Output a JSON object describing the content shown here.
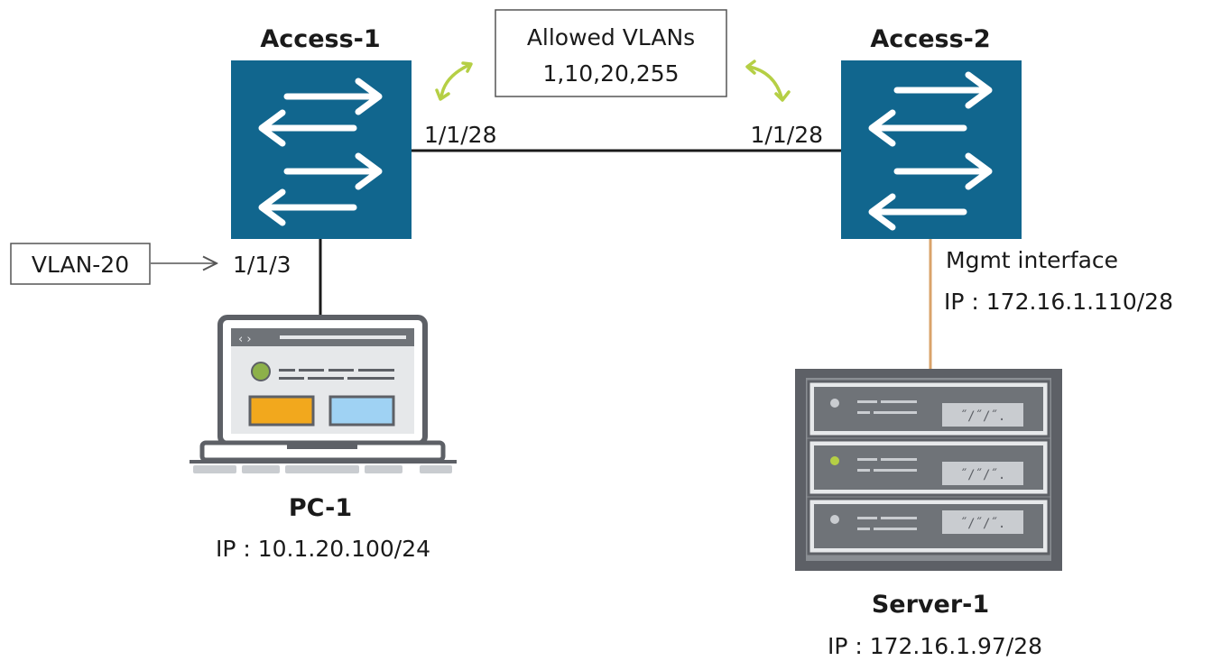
{
  "devices": {
    "access1": {
      "name": "Access-1"
    },
    "access2": {
      "name": "Access-2"
    },
    "pc1": {
      "name": "PC-1",
      "ip": "IP : 10.1.20.100/24"
    },
    "server1": {
      "name": "Server-1",
      "ip": "IP : 172.16.1.97/28"
    }
  },
  "links": {
    "trunk": {
      "access1_port": "1/1/28",
      "access2_port": "1/1/28",
      "allowed_vlans_title": "Allowed VLANs",
      "allowed_vlans_list": "1,10,20,255"
    },
    "pc_link": {
      "access1_port": "1/1/3",
      "vlan_label": "VLAN-20"
    },
    "mgmt_link": {
      "interface_label": "Mgmt interface",
      "ip": "IP : 172.16.1.110/28"
    }
  },
  "colors": {
    "switch_fill": "#11668e",
    "switch_arrow": "#ffffff",
    "trunk_line": "#1a1a1a",
    "mgmt_line": "#d9a36a",
    "swap_arrow": "#b5cf45",
    "laptop_frame": "#5d6066",
    "laptop_screen": "#e6e8ea",
    "laptop_tile_orange": "#f2a81d",
    "laptop_tile_blue": "#9fd2f3",
    "laptop_dot": "#8db14a",
    "server_frame": "#5d6066",
    "server_bay": "#6f7378",
    "server_panel": "#c9ccd0"
  },
  "icons": [
    "switch-icon",
    "laptop-icon",
    "server-icon",
    "swap-arrows-icon"
  ]
}
